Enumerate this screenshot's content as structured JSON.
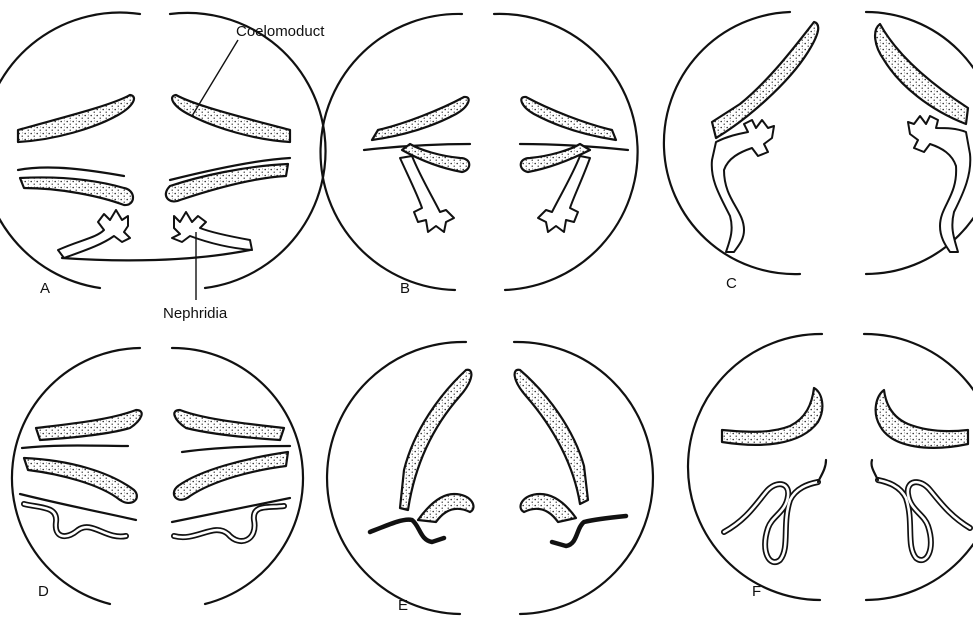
{
  "labels": {
    "coelomoduct": "Coelomoduct",
    "nephridia": "Nephridia"
  },
  "panels": [
    {
      "letter": "A"
    },
    {
      "letter": "B"
    },
    {
      "letter": "C"
    },
    {
      "letter": "D"
    },
    {
      "letter": "E"
    },
    {
      "letter": "F"
    }
  ]
}
